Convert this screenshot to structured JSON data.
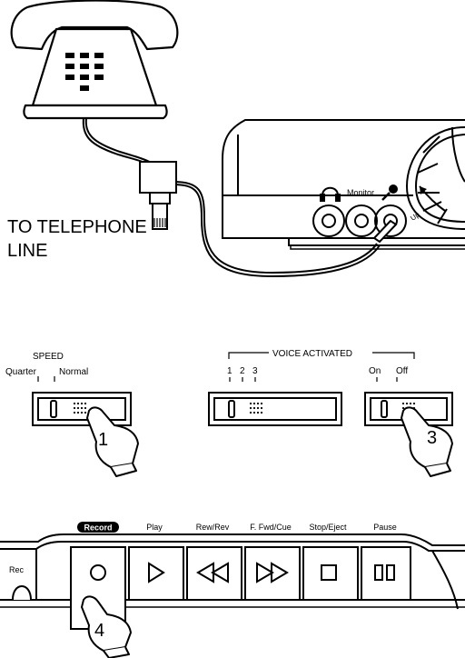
{
  "connection": {
    "telephone_line_label_line1": "TO TELEPHONE",
    "telephone_line_label_line2": "LINE",
    "monitor_label": "Monitor",
    "up_label": "Up"
  },
  "speed": {
    "title": "SPEED",
    "option_quarter": "Quarter",
    "option_normal": "Normal",
    "step": "1"
  },
  "voice_activated": {
    "title": "VOICE ACTIVATED",
    "levels": [
      "1",
      "2",
      "3"
    ],
    "option_on": "On",
    "option_off": "Off",
    "step": "3"
  },
  "transport": {
    "side_label": "Rec",
    "buttons": [
      "Record",
      "Play",
      "Rew/Rev",
      "F. Fwd/Cue",
      "Stop/Eject",
      "Pause"
    ],
    "step": "4"
  }
}
